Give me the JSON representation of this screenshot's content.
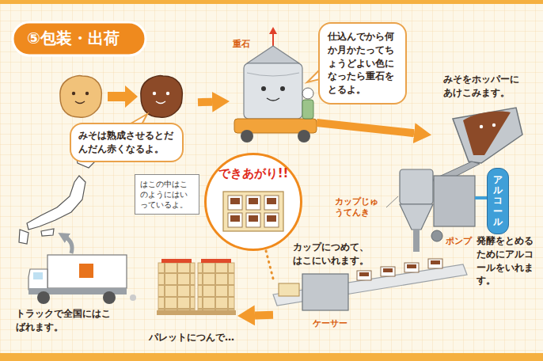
{
  "diagram": {
    "title": "⑤包装・出荷",
    "nodes": [
      {
        "text": [
          "みそは熟成させるとだんだん赤くなるよ。"
        ]
      },
      {
        "text": [
          "重石"
        ]
      },
      {
        "text": [
          "仕込んでから何か月かたってちょうどよい色になったら重石をとるよ。"
        ]
      },
      {
        "text": [
          "みそをホッパーにあけこみます。"
        ]
      },
      {
        "text": [
          "アルコール"
        ]
      },
      {
        "text": [
          "カップにつめて、はこにいれます。"
        ]
      },
      {
        "text": [
          "できあがり!!"
        ]
      },
      {
        "text": [
          "はこの中はこのようにはいっているよ。"
        ]
      },
      {
        "text": [
          "パレットにつんで…"
        ]
      },
      {
        "text": [
          "トラックで全国にはこばれます。"
        ]
      }
    ],
    "edges": [
      {
        "from": 0,
        "to": 1,
        "arrow": "to"
      },
      {
        "from": 1,
        "to": 3,
        "arrow": "to"
      },
      {
        "from": 5,
        "to": 8,
        "arrow": "to"
      },
      {
        "from": 5,
        "to": 6,
        "arrow": "none"
      }
    ],
    "labels": [
      "カップじゅうてんき",
      "ポンプ",
      "発酵をとめるためにアルコールをいれます。",
      "ケーサー"
    ]
  }
}
